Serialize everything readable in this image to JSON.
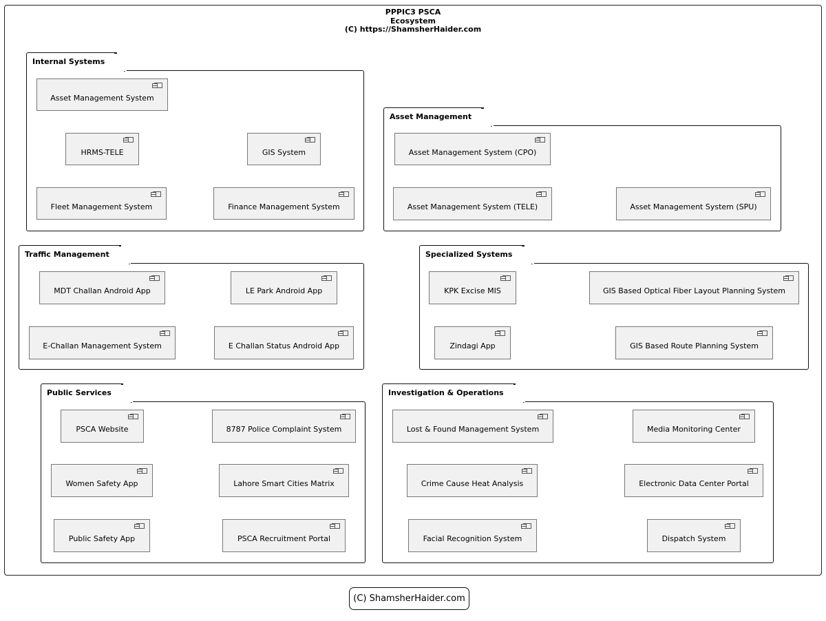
{
  "diagram": {
    "title_lines": [
      "PPPIC3 PSCA",
      "Ecosystem",
      "(C) https://ShamsherHaider.com"
    ],
    "footer": "(C) ShamsherHaider.com",
    "packages": {
      "internal_systems": {
        "name": "Internal Systems",
        "components": [
          "Asset Management System",
          "HRMS-TELE",
          "GIS System",
          "Fleet Management System",
          "Finance Management System"
        ]
      },
      "asset_management": {
        "name": "Asset Management",
        "components": [
          "Asset Management System (CPO)",
          "Asset Management System (TELE)",
          "Asset Management System (SPU)"
        ]
      },
      "traffic_management": {
        "name": "Traffic Management",
        "components": [
          "MDT Challan Android App",
          "LE Park Android App",
          "E-Challan Management System",
          "E Challan Status Android App"
        ]
      },
      "specialized_systems": {
        "name": "Specialized Systems",
        "components": [
          "KPK Excise MIS",
          "GIS Based Optical Fiber Layout Planning System",
          "Zindagi App",
          "GIS Based Route Planning System"
        ]
      },
      "public_services": {
        "name": "Public Services",
        "components": [
          "PSCA Website",
          "8787 Police Complaint System",
          "Women Safety App",
          "Lahore Smart Cities Matrix",
          "Public Safety App",
          "PSCA Recruitment Portal"
        ]
      },
      "investigation_operations": {
        "name": "Investigation & Operations",
        "components": [
          "Lost & Found Management System",
          "Media Monitoring Center",
          "Crime Cause Heat Analysis",
          "Electronic Data Center Portal",
          "Facial Recognition System",
          "Dispatch System"
        ]
      }
    }
  }
}
